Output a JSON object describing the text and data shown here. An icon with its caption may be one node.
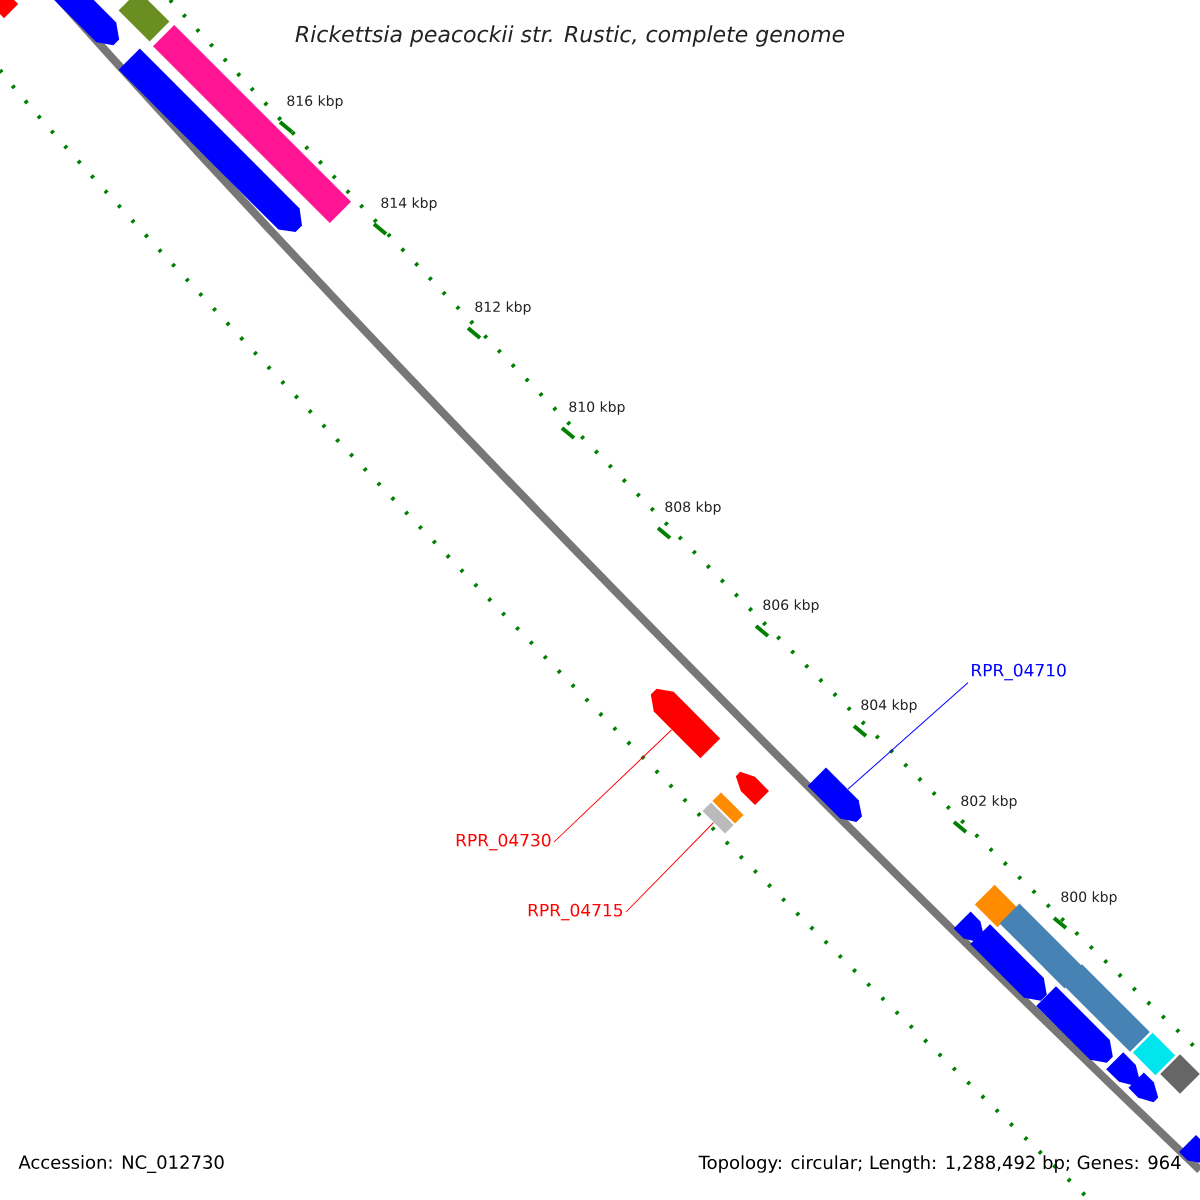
{
  "diagram": {
    "title": "Rickettsia peacockii str. Rustic, complete genome",
    "nodes": [
      {
        "text": [
          "RPR_04710"
        ]
      },
      {
        "text": [],
        "shape": "arrow"
      },
      {
        "text": [
          "RPR_04730"
        ]
      },
      {
        "text": [],
        "shape": "arrow"
      },
      {
        "text": [
          "RPR_04715"
        ]
      },
      {
        "text": [],
        "shape": "box"
      }
    ],
    "edges": [
      {
        "from": 0,
        "to": 1,
        "arrow": "none",
        "color": "#0000ff"
      },
      {
        "from": 2,
        "to": 3,
        "arrow": "none",
        "color": "#ff0000"
      },
      {
        "from": 4,
        "to": 5,
        "arrow": "none",
        "color": "#ff0000"
      }
    ],
    "labels": [
      "816 kbp",
      "814 kbp",
      "812 kbp",
      "810 kbp",
      "808 kbp",
      "806 kbp",
      "804 kbp",
      "802 kbp",
      "800 kbp",
      "Accession: NC_012730",
      "Topology: circular; Length: 1,288,492 bp; Genes: 964"
    ]
  }
}
